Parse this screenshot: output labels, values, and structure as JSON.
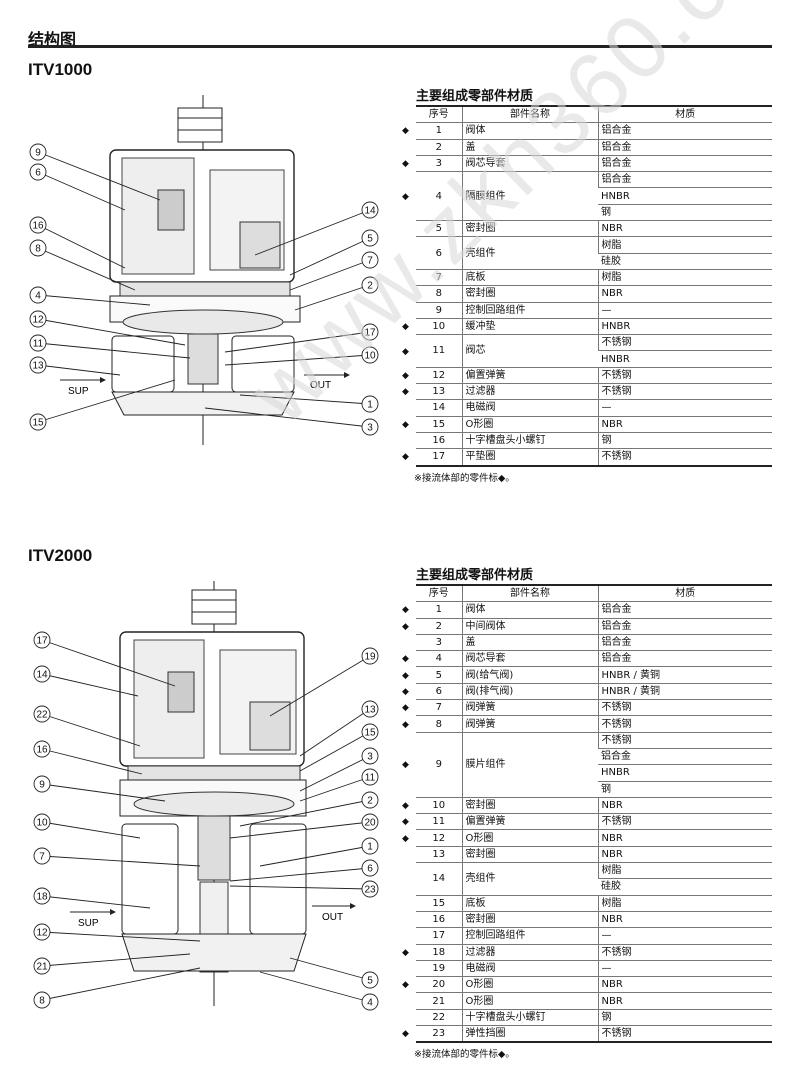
{
  "page_title": "结构图",
  "watermark": "www.zkh360.com",
  "sections": [
    {
      "model": "ITV1000",
      "table_title": "主要组成零部件材质",
      "headers": [
        "序号",
        "部件名称",
        "材质"
      ],
      "diagram_labels": {
        "sup": "SUP",
        "out": "OUT"
      },
      "callouts_left": [
        "9",
        "6",
        "16",
        "8",
        "4",
        "12",
        "11",
        "13",
        "15"
      ],
      "callouts_right": [
        "14",
        "5",
        "7",
        "2",
        "17",
        "10",
        "1",
        "3"
      ],
      "rows": [
        {
          "no": "1",
          "name": "阀体",
          "materials": [
            "铝合金"
          ],
          "marked": true
        },
        {
          "no": "2",
          "name": "盖",
          "materials": [
            "铝合金"
          ],
          "marked": false
        },
        {
          "no": "3",
          "name": "阀芯导套",
          "materials": [
            "铝合金"
          ],
          "marked": true
        },
        {
          "no": "4",
          "name": "隔膜组件",
          "materials": [
            "铝合金",
            "HNBR",
            "钢"
          ],
          "marked": true
        },
        {
          "no": "5",
          "name": "密封圈",
          "materials": [
            "NBR"
          ],
          "marked": false
        },
        {
          "no": "6",
          "name": "壳组件",
          "materials": [
            "树脂",
            "硅胶"
          ],
          "marked": false
        },
        {
          "no": "7",
          "name": "底板",
          "materials": [
            "树脂"
          ],
          "marked": false
        },
        {
          "no": "8",
          "name": "密封圈",
          "materials": [
            "NBR"
          ],
          "marked": false
        },
        {
          "no": "9",
          "name": "控制回路组件",
          "materials": [
            "—"
          ],
          "marked": false
        },
        {
          "no": "10",
          "name": "缓冲垫",
          "materials": [
            "HNBR"
          ],
          "marked": true
        },
        {
          "no": "11",
          "name": "阀芯",
          "materials": [
            "不锈钢",
            "HNBR"
          ],
          "marked": true
        },
        {
          "no": "12",
          "name": "偏置弹簧",
          "materials": [
            "不锈钢"
          ],
          "marked": true
        },
        {
          "no": "13",
          "name": "过滤器",
          "materials": [
            "不锈钢"
          ],
          "marked": true
        },
        {
          "no": "14",
          "name": "电磁阀",
          "materials": [
            "—"
          ],
          "marked": false
        },
        {
          "no": "15",
          "name": "O形圈",
          "materials": [
            "NBR"
          ],
          "marked": true
        },
        {
          "no": "16",
          "name": "十字槽盘头小螺钉",
          "materials": [
            "钢"
          ],
          "marked": false
        },
        {
          "no": "17",
          "name": "平垫圈",
          "materials": [
            "不锈钢"
          ],
          "marked": true
        }
      ],
      "note": "※接流体部的零件标◆。"
    },
    {
      "model": "ITV2000",
      "table_title": "主要组成零部件材质",
      "headers": [
        "序号",
        "部件名称",
        "材质"
      ],
      "diagram_labels": {
        "sup": "SUP",
        "out": "OUT"
      },
      "callouts_left": [
        "17",
        "14",
        "22",
        "16",
        "9",
        "10",
        "7",
        "18",
        "12",
        "21",
        "8"
      ],
      "callouts_right": [
        "19",
        "13",
        "15",
        "3",
        "11",
        "2",
        "20",
        "1",
        "6",
        "23",
        "5",
        "4"
      ],
      "rows": [
        {
          "no": "1",
          "name": "阀体",
          "materials": [
            "铝合金"
          ],
          "marked": true
        },
        {
          "no": "2",
          "name": "中间阀体",
          "materials": [
            "铝合金"
          ],
          "marked": true
        },
        {
          "no": "3",
          "name": "盖",
          "materials": [
            "铝合金"
          ],
          "marked": false
        },
        {
          "no": "4",
          "name": "阀芯导套",
          "materials": [
            "铝合金"
          ],
          "marked": true
        },
        {
          "no": "5",
          "name": "阀(给气阀)",
          "materials": [
            "HNBR / 黄铜"
          ],
          "marked": true
        },
        {
          "no": "6",
          "name": "阀(排气阀)",
          "materials": [
            "HNBR / 黄铜"
          ],
          "marked": true
        },
        {
          "no": "7",
          "name": "阀弹簧",
          "materials": [
            "不锈钢"
          ],
          "marked": true
        },
        {
          "no": "8",
          "name": "阀弹簧",
          "materials": [
            "不锈钢"
          ],
          "marked": true
        },
        {
          "no": "9",
          "name": "膜片组件",
          "materials": [
            "不锈钢",
            "铝合金",
            "HNBR",
            "钢"
          ],
          "marked": true
        },
        {
          "no": "10",
          "name": "密封圈",
          "materials": [
            "NBR"
          ],
          "marked": true
        },
        {
          "no": "11",
          "name": "偏置弹簧",
          "materials": [
            "不锈钢"
          ],
          "marked": true
        },
        {
          "no": "12",
          "name": "O形圈",
          "materials": [
            "NBR"
          ],
          "marked": true
        },
        {
          "no": "13",
          "name": "密封圈",
          "materials": [
            "NBR"
          ],
          "marked": false
        },
        {
          "no": "14",
          "name": "壳组件",
          "materials": [
            "树脂",
            "硅胶"
          ],
          "marked": false
        },
        {
          "no": "15",
          "name": "底板",
          "materials": [
            "树脂"
          ],
          "marked": false
        },
        {
          "no": "16",
          "name": "密封圈",
          "materials": [
            "NBR"
          ],
          "marked": false
        },
        {
          "no": "17",
          "name": "控制回路组件",
          "materials": [
            "—"
          ],
          "marked": false
        },
        {
          "no": "18",
          "name": "过滤器",
          "materials": [
            "不锈钢"
          ],
          "marked": true
        },
        {
          "no": "19",
          "name": "电磁阀",
          "materials": [
            "—"
          ],
          "marked": false
        },
        {
          "no": "20",
          "name": "O形圈",
          "materials": [
            "NBR"
          ],
          "marked": true
        },
        {
          "no": "21",
          "name": "O形圈",
          "materials": [
            "NBR"
          ],
          "marked": false
        },
        {
          "no": "22",
          "name": "十字槽盘头小螺钉",
          "materials": [
            "钢"
          ],
          "marked": false
        },
        {
          "no": "23",
          "name": "弹性挡圈",
          "materials": [
            "不锈钢"
          ],
          "marked": true
        }
      ],
      "note": "※接流体部的零件标◆。"
    }
  ]
}
